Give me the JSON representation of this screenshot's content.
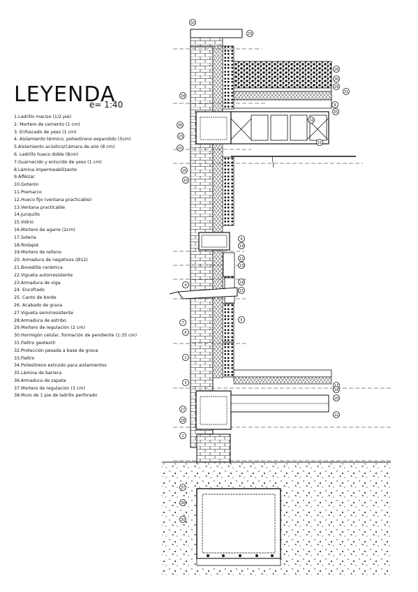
{
  "legend": {
    "title": "LEYENDA",
    "scale": "e= 1:40",
    "items": [
      "1.Ladrillo macizo (1/2 pie)",
      "2. Mortero de cemento (1 cm)",
      "3. Enfoscado de yeso (1 cm)",
      "4. Aislamiento térmico, poliestireno expandido (5cm)",
      "5.Aislamiento acústico/Cámara de aire (8 cm)",
      "6. Ladrillo hueco doble (8cm)",
      "7.Guarnecido y enlucido de yeso (1 cm)",
      "8.Lámina impermeabilizante",
      "9.Alféizar",
      "10.Goterón",
      "11.Premarco",
      "12.Hueco fijo (ventana practicable)",
      "13.Ventana practicable",
      "14.Junquillo",
      "15.Vidrio",
      "16.Mortero de agarre (2cm)",
      "17.Solería",
      "18.Rodapié",
      "19.Mortero de relleno",
      "20. Armadura de negativos (Ø12)",
      "21.Bovedilla cerámica",
      "22.Vigueta autorresistente",
      "23.Armadura de viga",
      "24. Encofrado",
      "25. Canto de borde",
      "26. Acabado de grava",
      "27.Vigueta semirresistente",
      "28.Armadura de estribo",
      "29.Mortero de regulación (2 cm)",
      "30.Hormigón celular, formación de pendiente (1:35 cm)",
      "31.Fieltro geotextil",
      "32.Protección pesada a base de grava",
      "33.Fieltro",
      "34.Poliestireno extruido para aislamientos",
      "35.Lámina de barrera",
      "36.Armadura de zapata",
      "37.Mortero de regulación (3 cm)",
      "38.Muro de 1 pie de ladrillo perforado"
    ]
  },
  "labels": {
    "n1": "1",
    "n2": "2",
    "n3": "3",
    "n4": "4",
    "n5": "5",
    "n6": "6",
    "n7": "7",
    "n8": "8",
    "n9": "9",
    "n10": "10",
    "n12": "12",
    "n13": "13",
    "n14": "14",
    "n15": "15",
    "n16": "16",
    "n17": "17",
    "n18": "18",
    "n19": "19",
    "n20": "20",
    "n21": "21",
    "n22": "22",
    "n23": "23",
    "n24": "24",
    "n25": "25",
    "n26": "26",
    "n27": "27",
    "n28": "28",
    "n29": "29",
    "n30": "30",
    "n31": "31",
    "n32": "32",
    "n33": "33",
    "n34": "34",
    "n35": "35",
    "n36": "36",
    "n37": "37",
    "n38": "38"
  },
  "colors": {
    "ink": "#111111",
    "paper": "#ffffff"
  }
}
